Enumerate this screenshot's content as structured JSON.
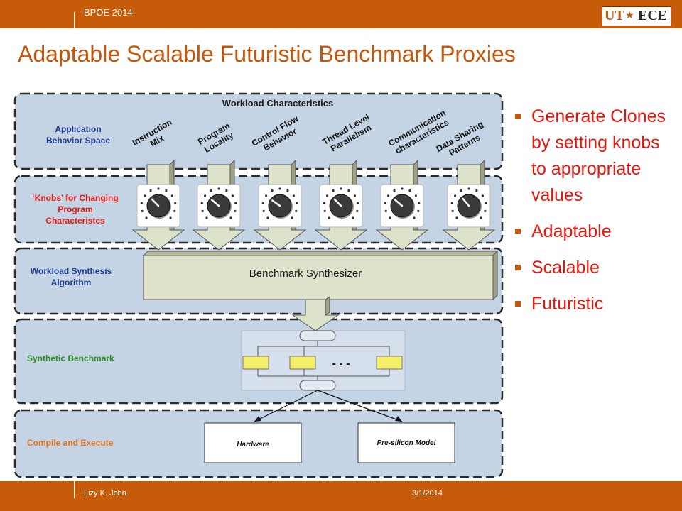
{
  "header": {
    "conference": "BPOE 2014",
    "logo_left": "UT",
    "logo_right": "ECE",
    "bar_color": "#c65b0a"
  },
  "slide": {
    "title": "Adaptable Scalable Futuristic Benchmark Proxies"
  },
  "diagram": {
    "header": "Workload Characteristics",
    "layers": {
      "application": [
        "Application",
        "Behavior Space"
      ],
      "knobs": [
        "‘Knobs’ for Changing",
        "Program",
        "Characteristcs"
      ],
      "synthesis": [
        "Workload Synthesis",
        "Algorithm"
      ],
      "benchmark": "Synthetic Benchmark",
      "compile": "Compile and Execute"
    },
    "characteristics": [
      [
        "Instruction",
        "Mix"
      ],
      [
        "Program",
        "Locality"
      ],
      [
        "Control Flow",
        "Behavior"
      ],
      [
        "Thread Level",
        "Parallelism"
      ],
      [
        "Communication",
        "characteristics"
      ],
      [
        "Data Sharing",
        "Patterns"
      ]
    ],
    "synthesizer": "Benchmark Synthesizer",
    "ellipsis": "- - -",
    "targets": [
      "Hardware",
      "Pre-silicon Model"
    ],
    "colors": {
      "layer_fill": "#c5d4e5",
      "blue_label": "#1f3b8f",
      "red_label": "#e8170e",
      "green_label": "#2e8b25",
      "orange_label": "#e8741a",
      "arrow_fill": "#dde3cb",
      "block_fill": "#f4ef6a"
    }
  },
  "bullets": [
    "Generate Clones by setting knobs to appropriate values",
    "Adaptable",
    "Scalable",
    "Futuristic"
  ],
  "footer": {
    "author": "Lizy K. John",
    "date": "3/1/2014"
  }
}
